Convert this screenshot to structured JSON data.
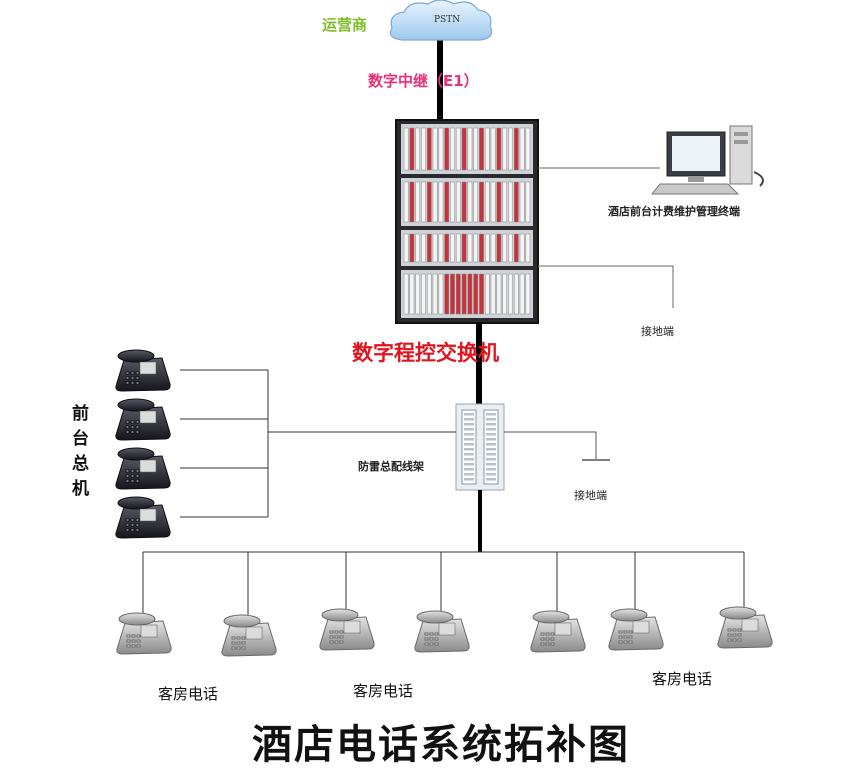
{
  "labels": {
    "carrier": "运营商",
    "pstn": "PSTN",
    "trunk": "数字中继（E1）",
    "terminal": "酒店前台计费维护管理终端",
    "ground_top": "接地端",
    "pbx": "数字程控交换机",
    "mdf": "防雷总配线架",
    "ground_bottom": "接地端",
    "front_desk": "前台总机",
    "room_phone_1": "客房电话",
    "room_phone_2": "客房电话",
    "room_phone_3": "客房电话"
  },
  "title": "酒店电话系统拓补图",
  "colors": {
    "carrier": "#7cbf2a",
    "trunk": "#e8307a",
    "pbx": "#e0141e",
    "line": "#000000"
  },
  "icons": [
    "cloud-icon",
    "pbx-rack-icon",
    "computer-icon",
    "ground-icon",
    "desk-phone-icon",
    "distribution-frame-icon"
  ]
}
